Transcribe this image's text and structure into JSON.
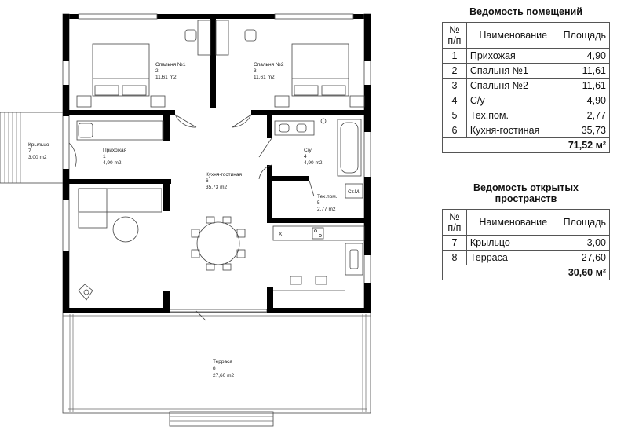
{
  "rooms": [
    {
      "id": "bedroom1",
      "name": "Спальня №1",
      "number": "2",
      "area": "11,61 m2"
    },
    {
      "id": "bedroom2",
      "name": "Спальня №2",
      "number": "3",
      "area": "11,61 m2"
    },
    {
      "id": "porch",
      "name": "Крыльцо",
      "number": "7",
      "area": "3,00 m2"
    },
    {
      "id": "hall",
      "name": "Прихожая",
      "number": "1",
      "area": "4,90 m2"
    },
    {
      "id": "kitchen",
      "name": "Кухня-гостиная",
      "number": "6",
      "area": "35,73 m2"
    },
    {
      "id": "bath",
      "name": "С/у",
      "number": "4",
      "area": "4,90 m2"
    },
    {
      "id": "tech",
      "name": "Тех.пом.",
      "number": "5",
      "area": "2,77 m2"
    },
    {
      "id": "terrace",
      "name": "Терраса",
      "number": "8",
      "area": "27,60 m2"
    }
  ],
  "fixtures": {
    "boiler": "Ст.М.",
    "x_mark": "X"
  },
  "rooms_schedule": {
    "title": "Ведомость помещений",
    "headers": {
      "num": "№ п/п",
      "name": "Наименование",
      "area": "Площадь"
    },
    "rows": [
      {
        "num": "1",
        "name": "Прихожая",
        "area": "4,90"
      },
      {
        "num": "2",
        "name": "Спальня №1",
        "area": "11,61"
      },
      {
        "num": "3",
        "name": "Спальня №2",
        "area": "11,61"
      },
      {
        "num": "4",
        "name": "С/у",
        "area": "4,90"
      },
      {
        "num": "5",
        "name": "Тех.пом.",
        "area": "2,77"
      },
      {
        "num": "6",
        "name": "Кухня-гостиная",
        "area": "35,73"
      }
    ],
    "total": "71,52 м²"
  },
  "open_schedule": {
    "title": "Ведомость открытых пространств",
    "headers": {
      "num": "№ п/п",
      "name": "Наименование",
      "area": "Площадь"
    },
    "rows": [
      {
        "num": "7",
        "name": "Крыльцо",
        "area": "3,00"
      },
      {
        "num": "8",
        "name": "Терраса",
        "area": "27,60"
      }
    ],
    "total": "30,60 м²"
  }
}
